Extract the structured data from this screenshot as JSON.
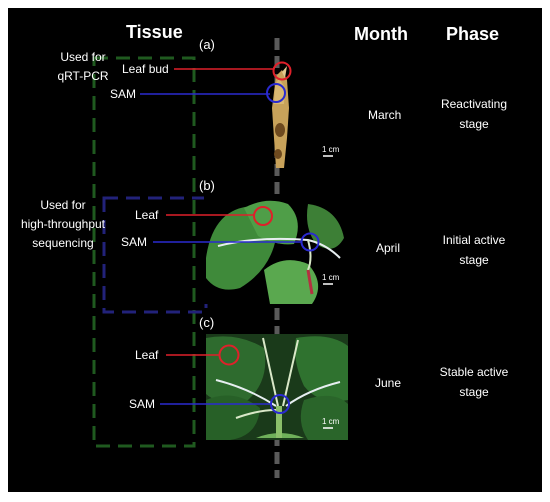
{
  "headers": {
    "tissue": "Tissue",
    "month": "Month",
    "phase": "Phase"
  },
  "side_labels": {
    "qrt_pcr": [
      "Used for",
      "qRT-PCR"
    ],
    "sequencing": [
      "Used for",
      "high-throughput",
      "sequencing"
    ]
  },
  "panels": [
    {
      "letter": "(a)",
      "labels": [
        "Leaf bud",
        "SAM"
      ],
      "month": "March",
      "phase": [
        "Reactivating",
        "stage"
      ],
      "scale_bar": "1 cm"
    },
    {
      "letter": "(b)",
      "labels": [
        "Leaf",
        "SAM"
      ],
      "month": "April",
      "phase": [
        "Initial active",
        "stage"
      ],
      "scale_bar": "1 cm"
    },
    {
      "letter": "(c)",
      "labels": [
        "Leaf",
        "SAM"
      ],
      "month": "June",
      "phase": [
        "Stable active",
        "stage"
      ],
      "scale_bar": "1 cm"
    }
  ],
  "colors": {
    "background": "#000000",
    "text": "#ffffff",
    "leaf_marker": "#e0202a",
    "sam_marker": "#2a2ad0",
    "qrt_box": "#1f5a1f",
    "seq_box": "#22227a",
    "timeline": "#5a5a5a"
  }
}
